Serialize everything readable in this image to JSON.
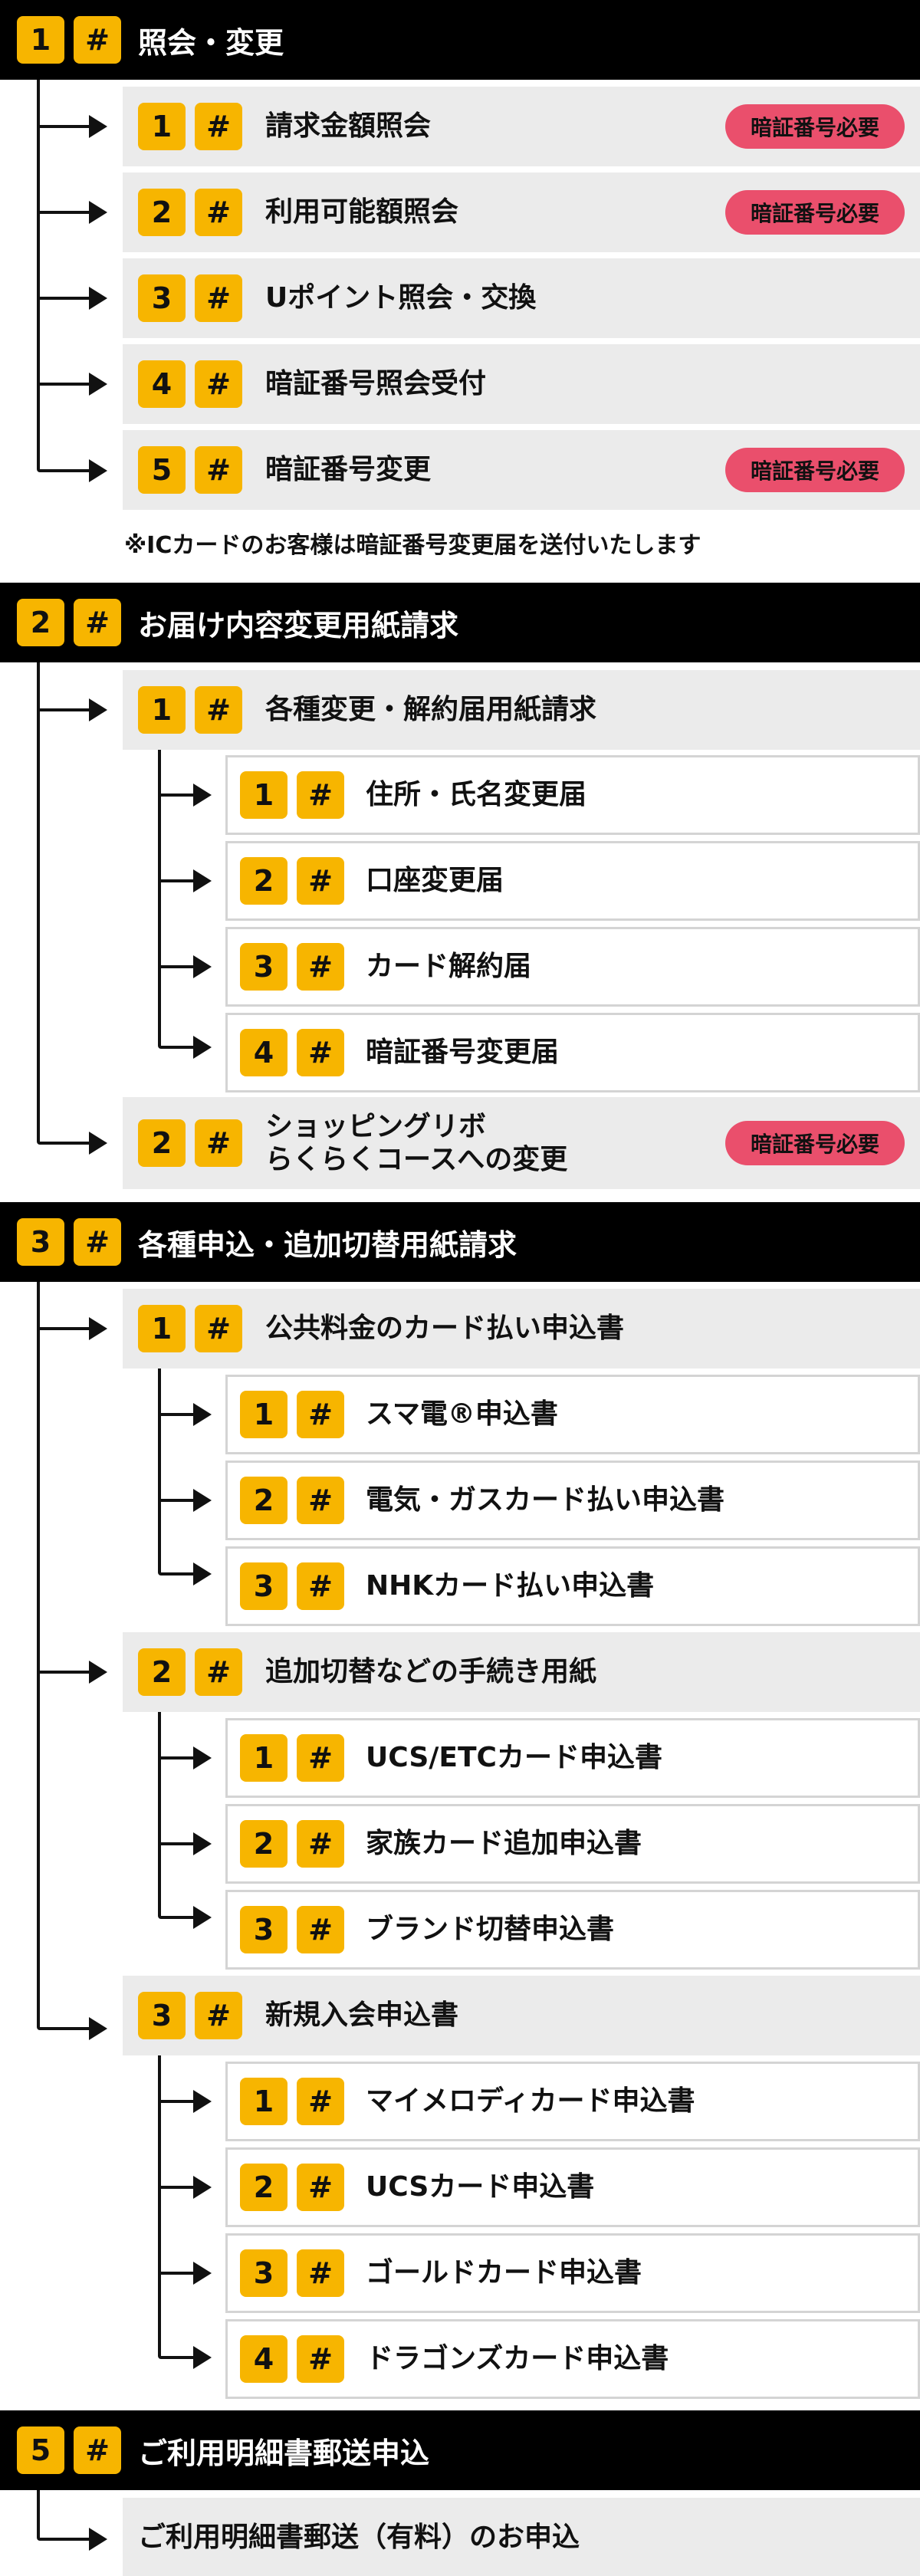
{
  "sections": [
    {
      "num": "1",
      "hash": "#",
      "title": "照会・変更",
      "items": [
        {
          "num": "1",
          "hash": "#",
          "label": "請求金額照会",
          "pin": "暗証番号必要"
        },
        {
          "num": "2",
          "hash": "#",
          "label": "利用可能額照会",
          "pin": "暗証番号必要"
        },
        {
          "num": "3",
          "hash": "#",
          "label": "Uポイント照会・交換"
        },
        {
          "num": "4",
          "hash": "#",
          "label": "暗証番号照会受付"
        },
        {
          "num": "5",
          "hash": "#",
          "label": "暗証番号変更",
          "pin": "暗証番号必要"
        }
      ],
      "note": "※ICカードのお客様は暗証番号変更届を送付いたします"
    },
    {
      "num": "2",
      "hash": "#",
      "title": "お届け内容変更用紙請求",
      "items": [
        {
          "num": "1",
          "hash": "#",
          "label": "各種変更・解約届用紙請求",
          "children": [
            {
              "num": "1",
              "hash": "#",
              "label": "住所・氏名変更届"
            },
            {
              "num": "2",
              "hash": "#",
              "label": "口座変更届"
            },
            {
              "num": "3",
              "hash": "#",
              "label": "カード解約届"
            },
            {
              "num": "4",
              "hash": "#",
              "label": "暗証番号変更届"
            }
          ]
        },
        {
          "num": "2",
          "hash": "#",
          "label_line1": "ショッピングリボ",
          "label_line2": "らくらくコースへの変更",
          "pin": "暗証番号必要"
        }
      ]
    },
    {
      "num": "3",
      "hash": "#",
      "title": "各種申込・追加切替用紙請求",
      "items": [
        {
          "num": "1",
          "hash": "#",
          "label": "公共料金のカード払い申込書",
          "children": [
            {
              "num": "1",
              "hash": "#",
              "label": "スマ電®申込書"
            },
            {
              "num": "2",
              "hash": "#",
              "label": "電気・ガスカード払い申込書"
            },
            {
              "num": "3",
              "hash": "#",
              "label": "NHKカード払い申込書"
            }
          ]
        },
        {
          "num": "2",
          "hash": "#",
          "label": "追加切替などの手続き用紙",
          "children": [
            {
              "num": "1",
              "hash": "#",
              "label": "UCS/ETCカード申込書"
            },
            {
              "num": "2",
              "hash": "#",
              "label": "家族カード追加申込書"
            },
            {
              "num": "3",
              "hash": "#",
              "label": "ブランド切替申込書"
            }
          ]
        },
        {
          "num": "3",
          "hash": "#",
          "label": "新規入会申込書",
          "children": [
            {
              "num": "1",
              "hash": "#",
              "label": "マイメロディカード申込書"
            },
            {
              "num": "2",
              "hash": "#",
              "label": "UCSカード申込書"
            },
            {
              "num": "3",
              "hash": "#",
              "label": "ゴールドカード申込書"
            },
            {
              "num": "4",
              "hash": "#",
              "label": "ドラゴンズカード申込書"
            }
          ]
        }
      ]
    },
    {
      "num": "5",
      "hash": "#",
      "title": "ご利用明細書郵送申込",
      "items": [
        {
          "label": "ご利用明細書郵送（有料）のお申込"
        }
      ]
    }
  ]
}
